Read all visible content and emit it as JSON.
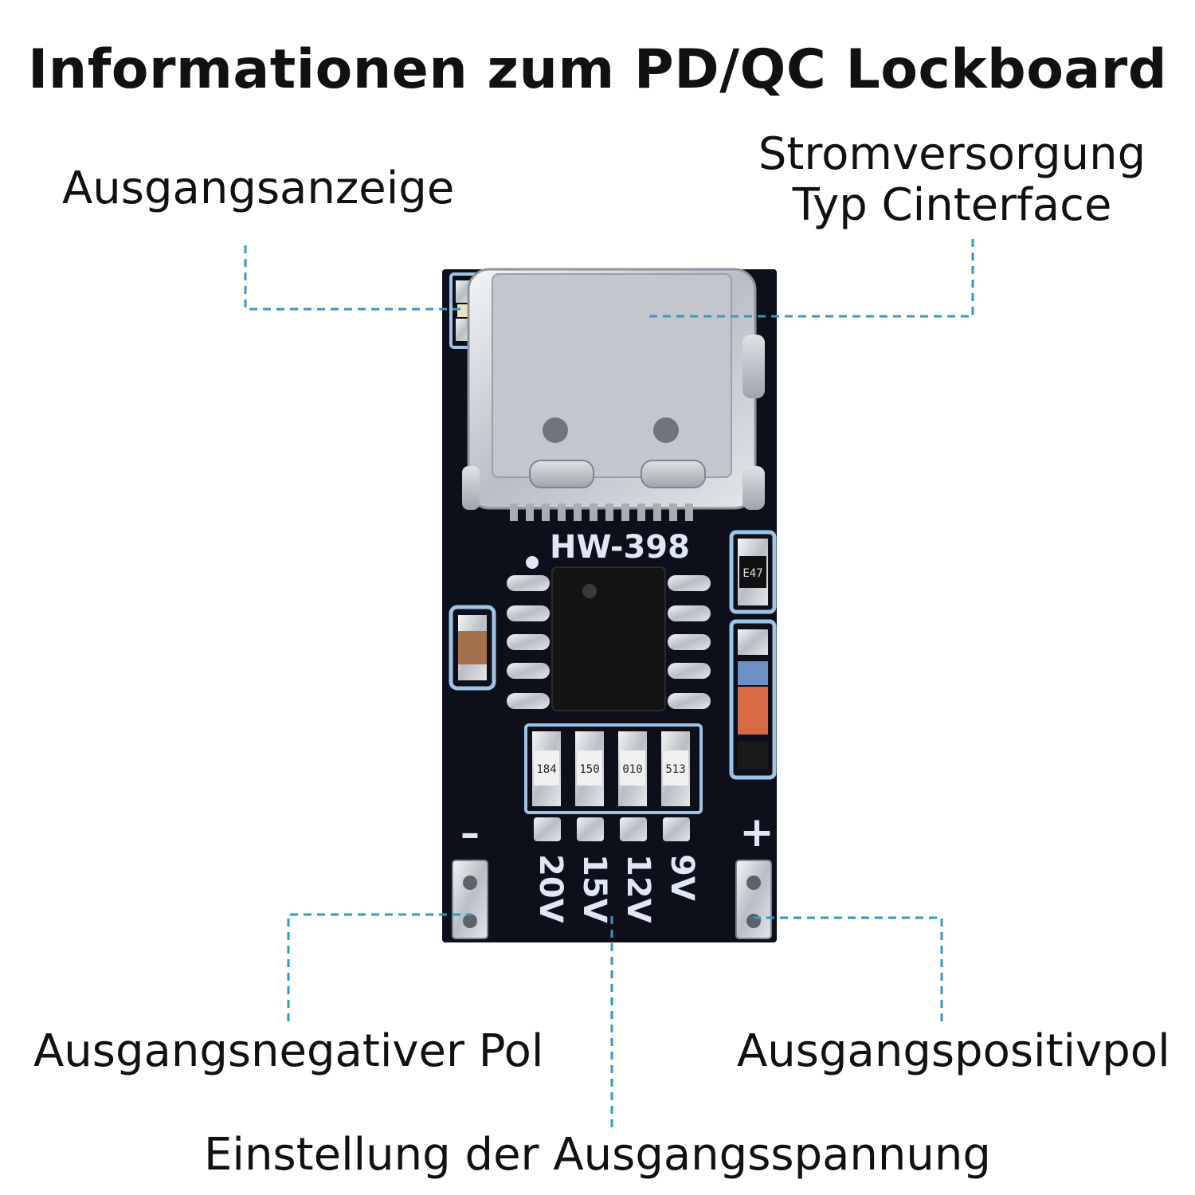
{
  "title": "Informationen zum PD/QC Lockboard",
  "labels": {
    "output_indicator": "Ausgangsanzeige",
    "power_supply_line1": "Stromversorgung",
    "power_supply_line2": "Typ Cinterface",
    "output_negative": "Ausgangsnegativer Pol",
    "output_positive": "Ausgangspositivpol",
    "voltage_setting": "Einstellung der Ausgangsspannung"
  },
  "board": {
    "model": "HW-398",
    "ic_resistor_marking": "E47",
    "resistor_markings": [
      "184",
      "150",
      "010",
      "513"
    ],
    "voltage_options": [
      "9V",
      "12V",
      "15V",
      "20V"
    ],
    "minus_sign": "–",
    "plus_sign": "+"
  },
  "colors": {
    "pcb": "#0d0f1a",
    "silkscreen": "#dfe7f2",
    "leader_line": "#2f9bbd",
    "connector": "#c9cdd3"
  }
}
